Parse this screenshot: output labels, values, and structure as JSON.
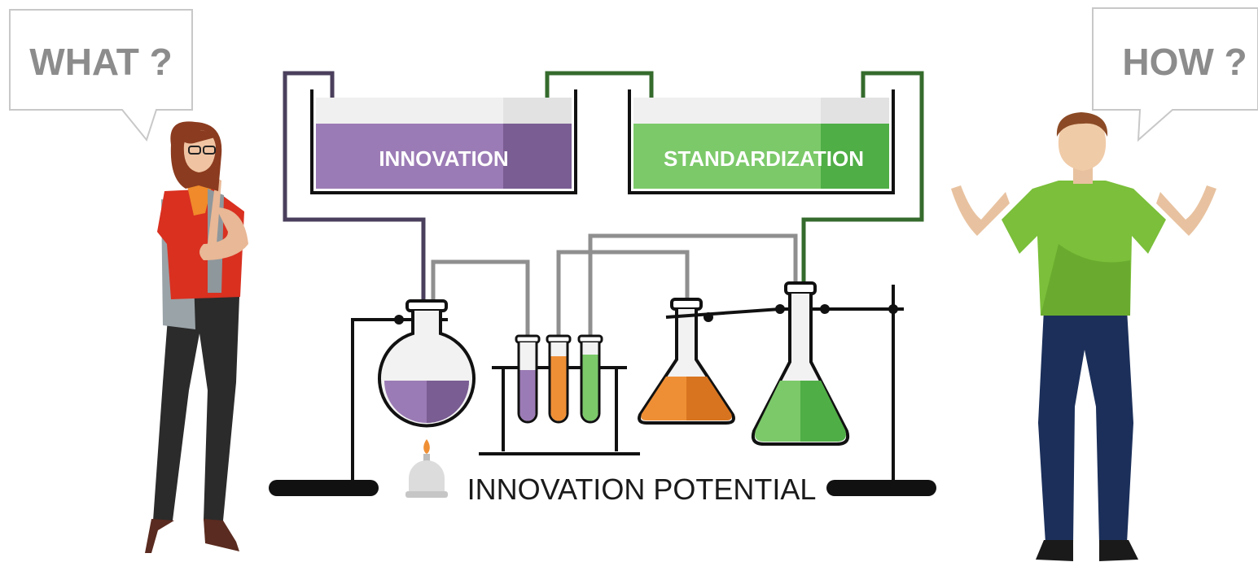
{
  "speech_left": {
    "text": "WHAT ?"
  },
  "speech_right": {
    "text": "HOW ?"
  },
  "tank_left": {
    "label": "INNOVATION",
    "color": "#9b7bb5",
    "shade": "#7a5d93"
  },
  "tank_right": {
    "label": "STANDARDIZATION",
    "color": "#7cc96a",
    "shade": "#4fae46"
  },
  "caption": {
    "text": "INNOVATION POTENTIAL"
  },
  "colors": {
    "purple_pipe": "#4a3f5c",
    "green_pipe": "#356b2d",
    "grey_pipe": "#8f8f8f",
    "orange": "#ef8f35",
    "orange_shade": "#d8741f",
    "green_liquid": "#7cc96a",
    "purple_liquid": "#9b7bb5"
  }
}
